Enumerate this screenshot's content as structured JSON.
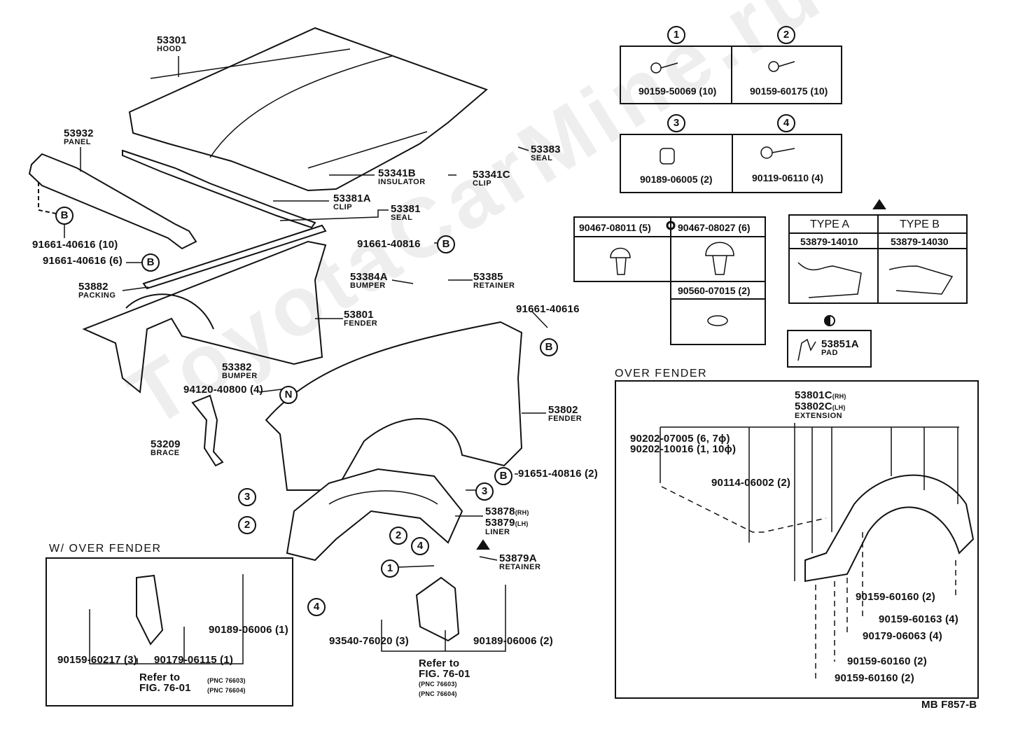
{
  "watermark": "ToyotaCarMine.ru",
  "labels": {
    "hood": {
      "pn": "53301",
      "name": "HOOD"
    },
    "panel": {
      "pn": "53932",
      "name": "PANEL"
    },
    "bolt_panel": "91661-40616 (10)",
    "bolt_packing": "91661-40616 (6)",
    "packing": {
      "pn": "53882",
      "name": "PACKING"
    },
    "insulator": {
      "pn": "53341B",
      "name": "INSULATOR"
    },
    "clip_c": {
      "pn": "53341C",
      "name": "CLIP"
    },
    "seal_53383": {
      "pn": "53383",
      "name": "SEAL"
    },
    "clip_a": {
      "pn": "53381A",
      "name": "CLIP"
    },
    "seal_53381": {
      "pn": "53381",
      "name": "SEAL"
    },
    "bolt_40816": "91661-40816",
    "bumper_a": {
      "pn": "53384A",
      "name": "BUMPER"
    },
    "retainer_53385": {
      "pn": "53385",
      "name": "RETAINER"
    },
    "fender_rh": {
      "pn": "53801",
      "name": "FENDER"
    },
    "bolt_40616": "91661-40616",
    "bumper_53382": {
      "pn": "53382",
      "name": "BUMPER"
    },
    "nut_94120": "94120-40800 (4)",
    "brace": {
      "pn": "53209",
      "name": "BRACE"
    },
    "fender_lh": {
      "pn": "53802",
      "name": "FENDER"
    },
    "bolt_91651": "91651-40816 (2)",
    "liner": {
      "pn1": "53878",
      "s1": "(RH)",
      "pn2": "53879",
      "s2": "(LH)",
      "name": "LINER"
    },
    "retainer_53879a": {
      "pn": "53879A",
      "name": "RETAINER"
    },
    "mud_screw": "93540-76020 (3)",
    "mud_nut": "90189-06006 (2)",
    "refer_main": {
      "l1": "Refer to",
      "l2": "FIG. 76-01",
      "l3": "(PNC 76603)",
      "l4": "(PNC 76604)"
    },
    "code": "MB  F857-B"
  },
  "symbols": {
    "B": "B",
    "N": "N",
    "one": "1",
    "two": "2",
    "three": "3",
    "four": "4"
  },
  "w_over_fender": {
    "title": "W/ OVER FENDER",
    "nut": "90189-06006 (1)",
    "screw": "90159-60217 (3)",
    "nut2": "90179-06115 (1)",
    "refer": {
      "l1": "Refer to",
      "l2": "FIG. 76-01",
      "l3": "(PNC 76603)",
      "l4": "(PNC 76604)"
    }
  },
  "fastener_table": [
    {
      "sym": "1",
      "pn": "90159-50069 (10)"
    },
    {
      "sym": "2",
      "pn": "90159-60175 (10)"
    },
    {
      "sym": "3",
      "pn": "90189-06005 (2)"
    },
    {
      "sym": "4",
      "pn": "90119-06110 (4)"
    }
  ],
  "clip_table": {
    "c1": "90467-08011 (5)",
    "c2": "90467-08027 (6)",
    "c3": "90560-07015 (2)"
  },
  "type_table": {
    "a": "TYPE A",
    "b": "TYPE B",
    "a_pn": "53879-14010",
    "b_pn": "53879-14030"
  },
  "pad": {
    "pn": "53851A",
    "name": "PAD"
  },
  "over_fender": {
    "title": "OVER FENDER",
    "ext1": "53801C",
    "ext1s": "(RH)",
    "ext2": "53802C",
    "ext2s": "(LH)",
    "ext_name": "EXTENSION",
    "clip1": "90202-07005 (6, 7ϕ)",
    "clip2": "90202-10016 (1, 10ϕ)",
    "screw": "90114-06002 (2)",
    "f1": "90159-60160 (2)",
    "f2": "90159-60163 (4)",
    "f3": "90179-06063 (4)",
    "f4": "90159-60160 (2)",
    "f5": "90159-60160 (2)"
  }
}
